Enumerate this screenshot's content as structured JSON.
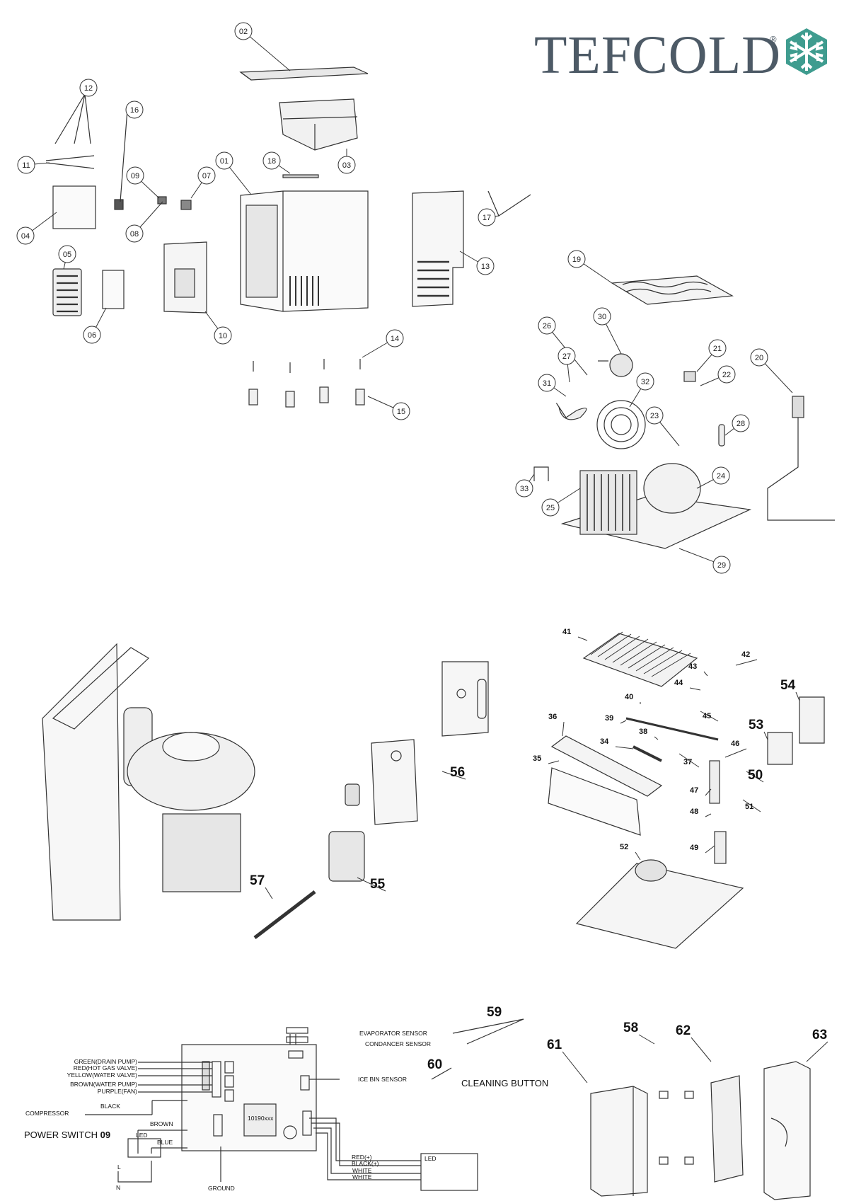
{
  "brand": {
    "name": "TEFCOLD",
    "registered": "®",
    "logo_icon": "snowflake-icon"
  },
  "circle_callouts": [
    "01",
    "02",
    "03",
    "04",
    "05",
    "06",
    "07",
    "08",
    "09",
    "10",
    "11",
    "12",
    "13",
    "14",
    "15",
    "16",
    "17",
    "18",
    "19",
    "20",
    "21",
    "22",
    "23",
    "24",
    "25",
    "26",
    "27",
    "28",
    "29",
    "30",
    "31",
    "32",
    "33"
  ],
  "bold_callouts": [
    "34",
    "35",
    "36",
    "37",
    "38",
    "39",
    "40",
    "41",
    "42",
    "43",
    "44",
    "45",
    "46",
    "47",
    "48",
    "49",
    "50",
    "51",
    "52",
    "53",
    "54",
    "55",
    "56",
    "57",
    "58",
    "59",
    "60",
    "61",
    "62",
    "63"
  ],
  "wiring": {
    "wire_labels": [
      "GREEN(DRAIN PUMP)",
      "RED(HOT GAS VALVE)",
      "YELLOW(WATER VALVE)",
      "BROWN(WATER PUMP)",
      "PURPLE(FAN)"
    ],
    "compressor": "COMPRESSOR",
    "black": "BLACK",
    "brown": "BROWN",
    "blue": "BLUE",
    "power_switch": "POWER SWITCH",
    "power_switch_no": "09",
    "led": "LED",
    "l": "L",
    "n": "N",
    "ground": "GROUND",
    "board_text": "10190xxx",
    "evaporator_sensor": "EVAPORATOR SENSOR",
    "condancer_sensor": "CONDANCER SENSOR",
    "ice_bin_sensor": "ICE BIN SENSOR",
    "cleaning_button": "CLEANING BUTTON",
    "btn_led": "LED",
    "red_plus": "RED(+)",
    "black_plus": "BLACK(+)",
    "white1": "WHITE",
    "white2": "WHITE"
  }
}
